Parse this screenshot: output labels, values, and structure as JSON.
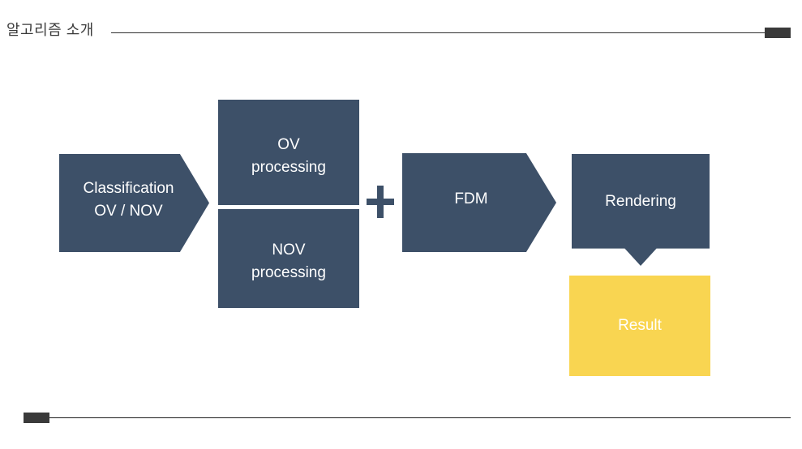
{
  "slide": {
    "title": "알고리즘 소개",
    "background_color": "#ffffff"
  },
  "theme": {
    "node_dark": "#3d5068",
    "node_amber": "#f9d551",
    "node_text": "#ffffff",
    "rule_color": "#2f2f2f",
    "title_color": "#3a3a3a"
  },
  "diagram": {
    "nodes": [
      {
        "id": "classification",
        "label": "Classification\nOV / NOV",
        "shape": "arrow-right",
        "fill": "#3d5068"
      },
      {
        "id": "ov-processing",
        "label": "OV\nprocessing",
        "shape": "rectangle",
        "fill": "#3d5068"
      },
      {
        "id": "nov-processing",
        "label": "NOV\nprocessing",
        "shape": "rectangle",
        "fill": "#3d5068"
      },
      {
        "id": "fdm",
        "label": "FDM",
        "shape": "arrow-right",
        "fill": "#3d5068"
      },
      {
        "id": "rendering",
        "label": "Rendering",
        "shape": "arrow-down",
        "fill": "#3d5068"
      },
      {
        "id": "result",
        "label": "Result",
        "shape": "rectangle",
        "fill": "#f9d551"
      }
    ],
    "operators": [
      {
        "id": "plus",
        "symbol": "+",
        "color": "#3d5068"
      }
    ]
  }
}
